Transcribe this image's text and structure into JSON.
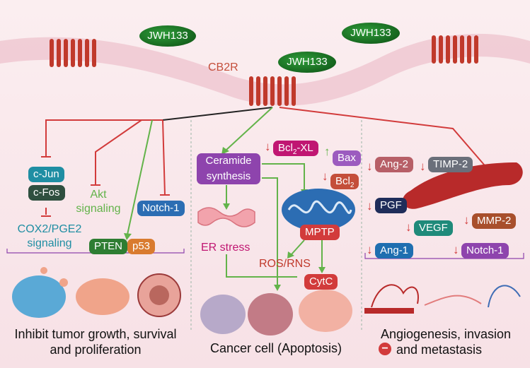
{
  "ligands": [
    {
      "label": "JWH133"
    },
    {
      "label": "JWH133"
    },
    {
      "label": "JWH133"
    }
  ],
  "receptor": {
    "label": "CB2R"
  },
  "left_panel": {
    "cjun": "c-Jun",
    "cfos": "c-Fos",
    "akt": "Akt signaling",
    "notch": "Notch-1",
    "cox": "COX2/PGE2 signaling",
    "pten": "PTEN",
    "p53": "p53",
    "title": "Inhibit tumor growth, survival and proliferation"
  },
  "mid_panel": {
    "ceramide": "Ceramide synthesis",
    "bclxl_pre": "Bcl",
    "bclxl_sub": "2",
    "bclxl_post": "-XL",
    "bax": "Bax",
    "bcl2_pre": "Bcl",
    "bcl2_sub": "2",
    "mptp": "MPTP",
    "er": "ER stress",
    "ros": "ROS/RNS",
    "cytc": "CytC",
    "title": "Cancer cell (Apoptosis)"
  },
  "right_panel": {
    "ang2": "Ang-2",
    "timp2": "TIMP-2",
    "pgf": "PGF",
    "vegf": "VEGF",
    "mmp2": "MMP-2",
    "ang1": "Ang-1",
    "notch1": "Notch-1",
    "title_l1": "Angiogenesis, invasion",
    "title_l2": "and metastasis",
    "minus": "−"
  },
  "colors": {
    "red": "#d23b3b",
    "green": "#63b34a",
    "purple": "#8e44ad",
    "brown": "#c44e3a",
    "teal": "#1f8ea3",
    "dark_navy": "#1f2d5a"
  }
}
